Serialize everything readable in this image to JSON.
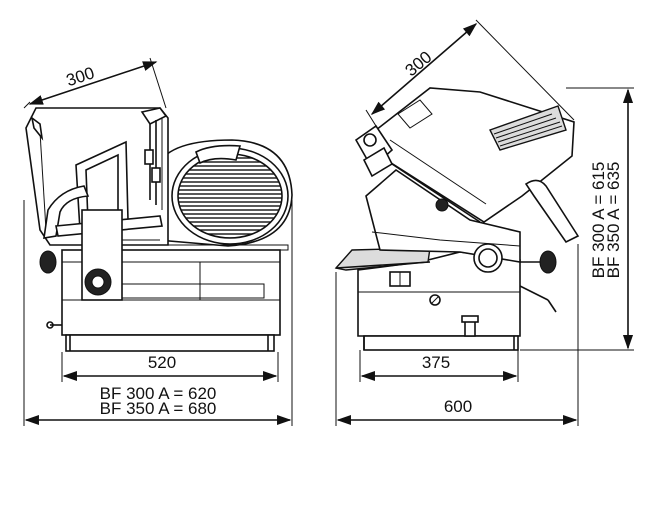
{
  "dimensions": {
    "front_depth": "300",
    "front_base_width": "520",
    "front_total_width_line1": "BF 300 A = 620",
    "front_total_width_line2": "BF 350 A = 680",
    "side_depth": "300",
    "side_base_width": "375",
    "side_total_width": "600",
    "side_height_line1": "BF 300 A = 615",
    "side_height_line2": "BF 350 A = 635"
  }
}
